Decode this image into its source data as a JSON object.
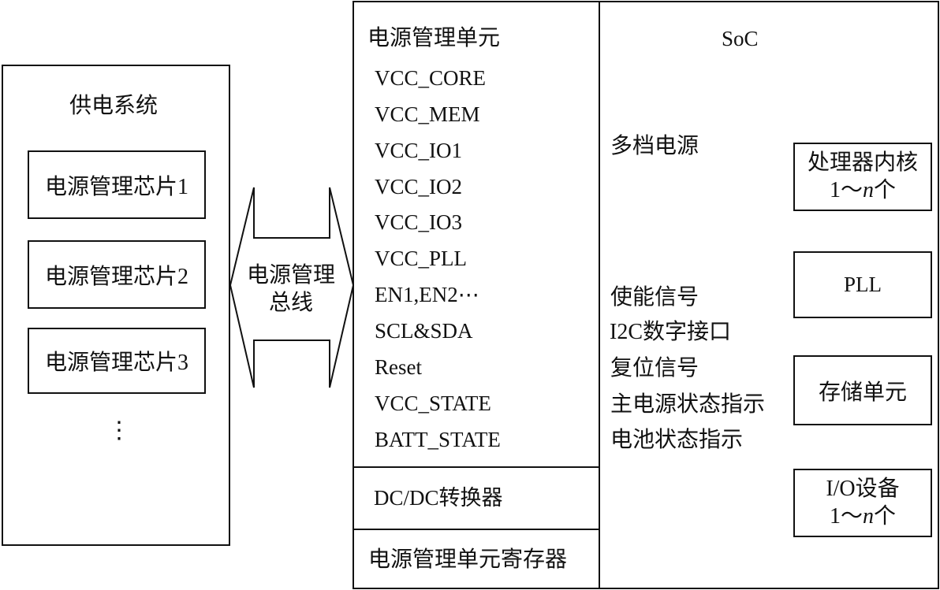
{
  "power_system": {
    "title": "供电系统",
    "chips": [
      "电源管理芯片1",
      "电源管理芯片2",
      "电源管理芯片3"
    ],
    "more": "⋮"
  },
  "bus": {
    "line1": "电源管理",
    "line2": "总线"
  },
  "pmu": {
    "title": "电源管理单元",
    "signals": [
      "VCC_CORE",
      "VCC_MEM",
      "VCC_IO1",
      "VCC_IO2",
      "VCC_IO3",
      "VCC_PLL",
      "EN1,EN2⋯",
      "SCL&SDA",
      "Reset",
      "VCC_STATE",
      "BATT_STATE"
    ],
    "dcdc": "DC/DC转换器",
    "register": "电源管理单元寄存器"
  },
  "soc": {
    "title": "SoC",
    "multi_power": "多档电源",
    "labels": [
      "使能信号",
      "I2C数字接口",
      "复位信号",
      "主电源状态指示",
      "电池状态指示"
    ],
    "core_line1": "处理器内核",
    "core_line2_num": "1～",
    "core_line2_n": "n",
    "core_line2_unit": "个",
    "pll": "PLL",
    "storage": "存储单元",
    "io_line1": "I/O设备",
    "io_line2_num": "1～",
    "io_line2_n": "n",
    "io_line2_unit": "个"
  }
}
